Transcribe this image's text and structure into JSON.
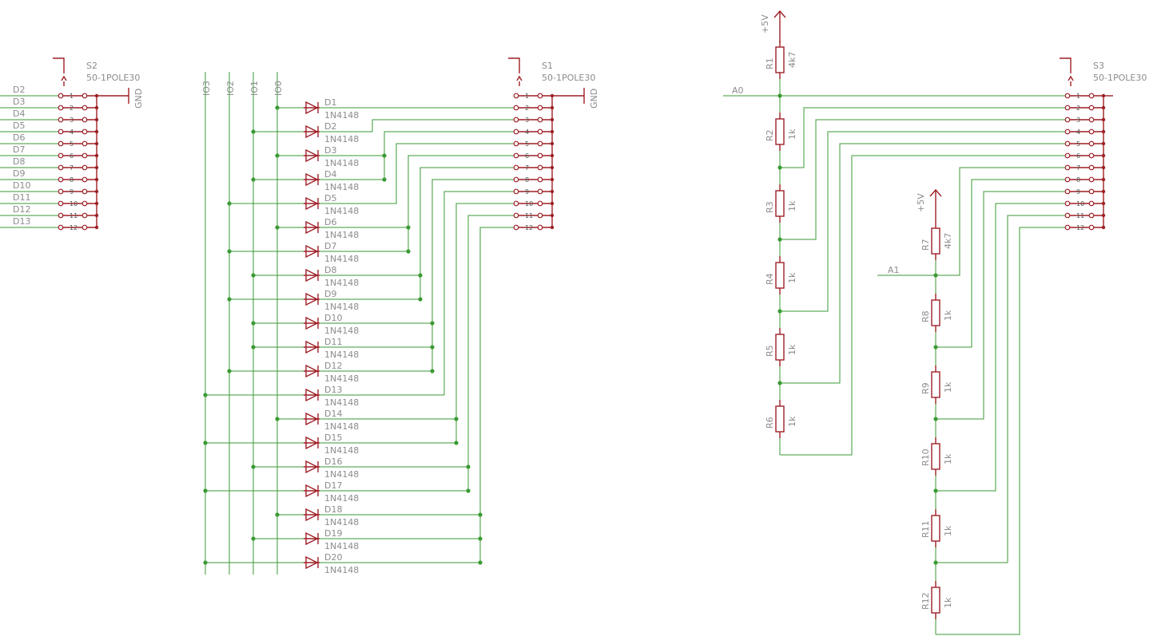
{
  "switches": [
    {
      "name": "S2",
      "value": "50-1POLE30",
      "gnd": "GND",
      "pins": [
        "1",
        "2",
        "3",
        "4",
        "5",
        "6",
        "7",
        "8",
        "9",
        "10",
        "11",
        "12"
      ]
    },
    {
      "name": "S1",
      "value": "50-1POLE30",
      "gnd": "GND",
      "pins": [
        "1",
        "2",
        "3",
        "4",
        "5",
        "6",
        "7",
        "8",
        "9",
        "10",
        "11",
        "12"
      ]
    },
    {
      "name": "S3",
      "value": "50-1POLE30",
      "pins": [
        "1",
        "2",
        "3",
        "4",
        "5",
        "6",
        "7",
        "8",
        "9",
        "10",
        "11",
        "12"
      ]
    }
  ],
  "s2_nets": [
    "D2",
    "D3",
    "D4",
    "D5",
    "D6",
    "D7",
    "D8",
    "D9",
    "D10",
    "D11",
    "D12",
    "D13"
  ],
  "io_buses": [
    "IO3",
    "IO2",
    "IO1",
    "IO0"
  ],
  "diodes": [
    {
      "name": "D1",
      "value": "1N4148",
      "bus": "IO0",
      "pin": 2
    },
    {
      "name": "D2",
      "value": "1N4148",
      "bus": "IO1",
      "pin": 3
    },
    {
      "name": "D3",
      "value": "1N4148",
      "bus": "IO0",
      "pin": 4
    },
    {
      "name": "D4",
      "value": "1N4148",
      "bus": "IO1",
      "pin": 4
    },
    {
      "name": "D5",
      "value": "1N4148",
      "bus": "IO2",
      "pin": 5
    },
    {
      "name": "D6",
      "value": "1N4148",
      "bus": "IO0",
      "pin": 6
    },
    {
      "name": "D7",
      "value": "1N4148",
      "bus": "IO2",
      "pin": 6
    },
    {
      "name": "D8",
      "value": "1N4148",
      "bus": "IO1",
      "pin": 7
    },
    {
      "name": "D9",
      "value": "1N4148",
      "bus": "IO2",
      "pin": 7
    },
    {
      "name": "D10",
      "value": "1N4148",
      "bus": "IO1",
      "pin": 8
    },
    {
      "name": "D11",
      "value": "1N4148",
      "bus": "IO1",
      "pin": 8
    },
    {
      "name": "D12",
      "value": "1N4148",
      "bus": "IO2",
      "pin": 8
    },
    {
      "name": "D13",
      "value": "1N4148",
      "bus": "IO3",
      "pin": 9
    },
    {
      "name": "D14",
      "value": "1N4148",
      "bus": "IO0",
      "pin": 10
    },
    {
      "name": "D15",
      "value": "1N4148",
      "bus": "IO3",
      "pin": 10
    },
    {
      "name": "D16",
      "value": "1N4148",
      "bus": "IO1",
      "pin": 11
    },
    {
      "name": "D17",
      "value": "1N4148",
      "bus": "IO3",
      "pin": 11
    },
    {
      "name": "D18",
      "value": "1N4148",
      "bus": "IO0",
      "pin": 12
    },
    {
      "name": "D19",
      "value": "1N4148",
      "bus": "IO1",
      "pin": 12
    },
    {
      "name": "D20",
      "value": "1N4148",
      "bus": "IO3",
      "pin": 12
    }
  ],
  "supply_label": "+5V",
  "ladder_a": {
    "net": "A0",
    "resistors": [
      {
        "name": "R1",
        "value": "4k7"
      },
      {
        "name": "R2",
        "value": "1k"
      },
      {
        "name": "R3",
        "value": "1k"
      },
      {
        "name": "R4",
        "value": "1k"
      },
      {
        "name": "R5",
        "value": "1k"
      },
      {
        "name": "R6",
        "value": "1k"
      }
    ]
  },
  "ladder_b": {
    "net": "A1",
    "resistors": [
      {
        "name": "R7",
        "value": "4k7"
      },
      {
        "name": "R8",
        "value": "1k"
      },
      {
        "name": "R9",
        "value": "1k"
      },
      {
        "name": "R10",
        "value": "1k"
      },
      {
        "name": "R11",
        "value": "1k"
      },
      {
        "name": "R12",
        "value": "1k"
      }
    ]
  },
  "colors": {
    "wire": "#3a9a33",
    "symbol": "#9e1f25",
    "text": "#8c8c8c"
  }
}
